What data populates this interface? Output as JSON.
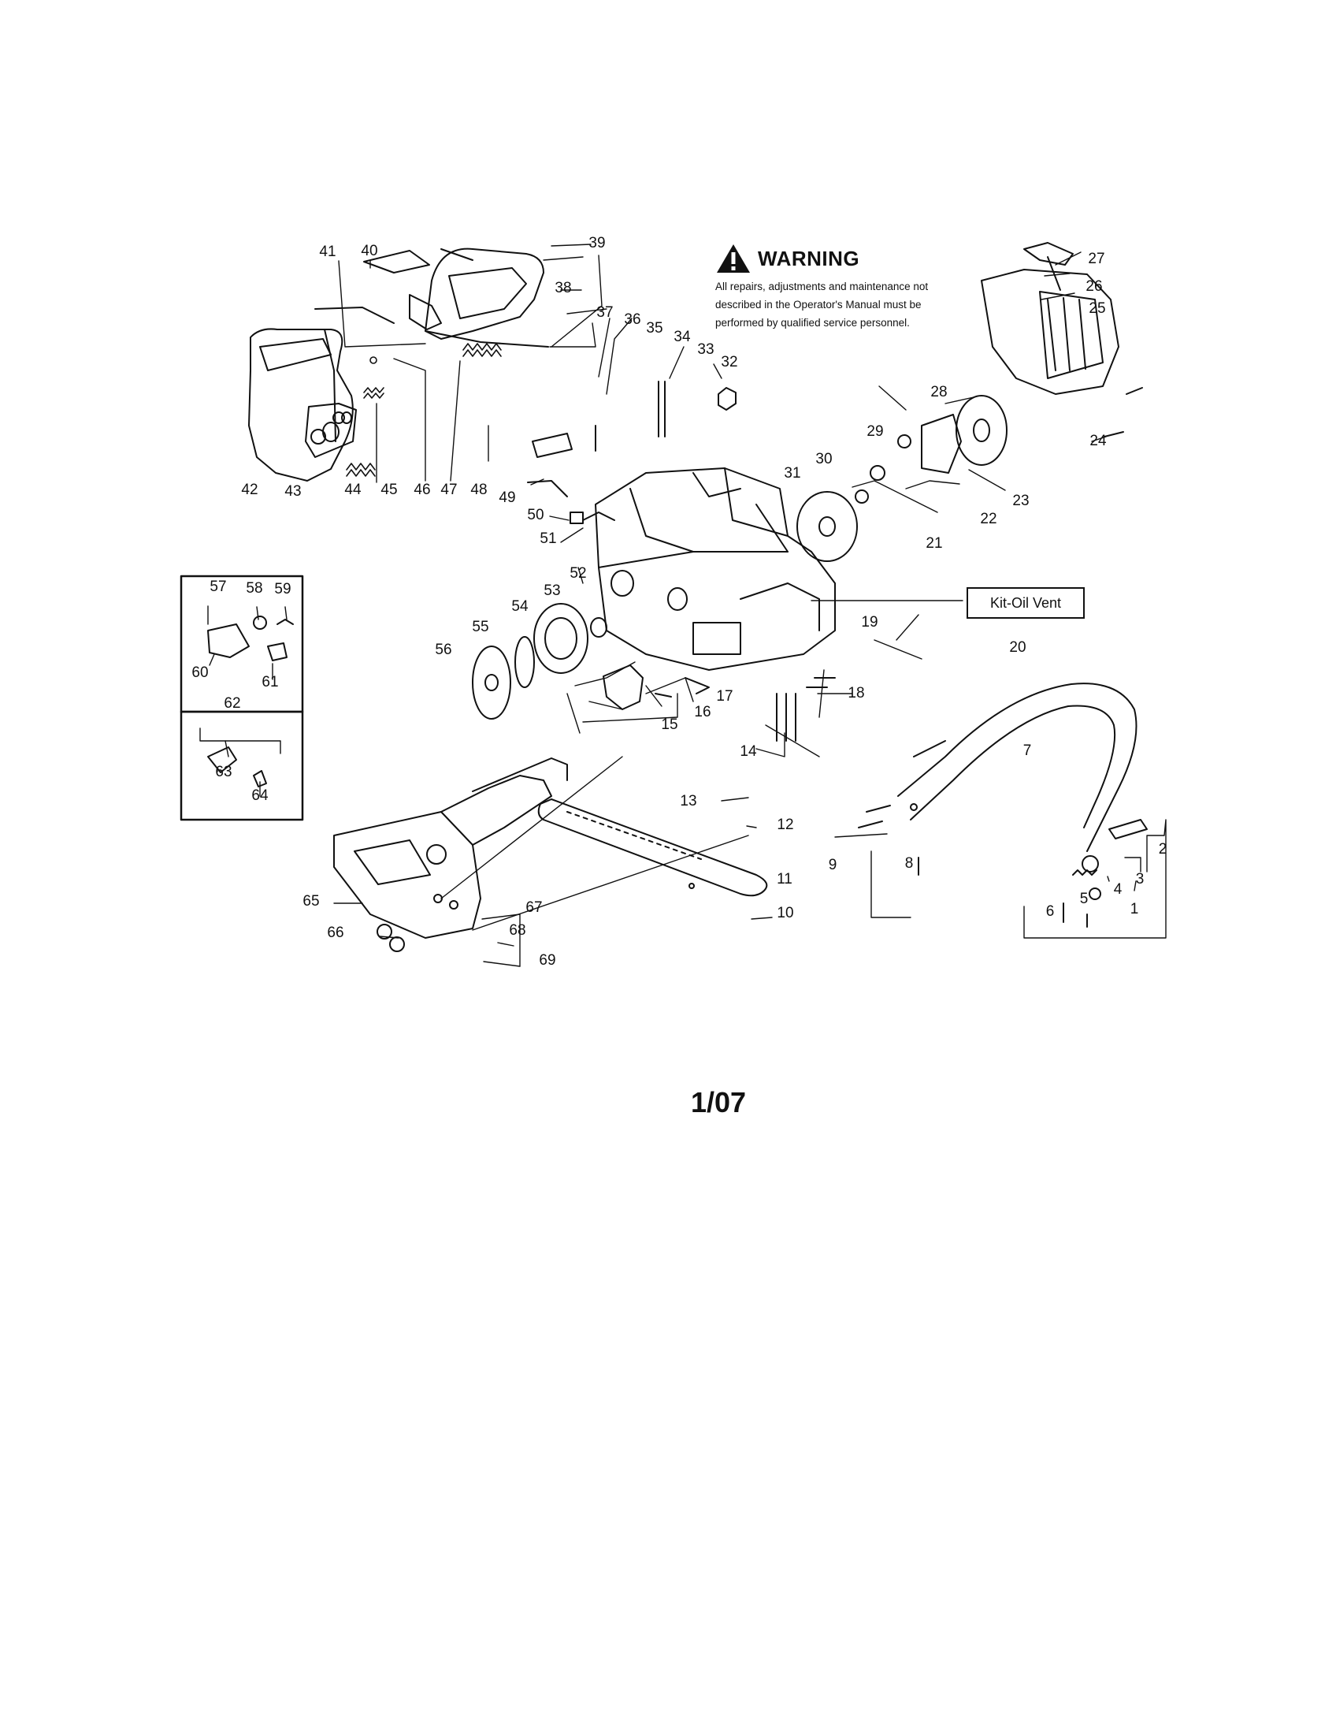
{
  "warning": {
    "title": "WARNING",
    "lines": [
      "All repairs, adjustments and maintenance not",
      "described in the Operator's Manual must be",
      "performed by qualified  service personnel."
    ]
  },
  "kit_label": "Kit-Oil Vent",
  "page_code": "1/07",
  "callouts": [
    "1",
    "2",
    "3",
    "4",
    "5",
    "6",
    "7",
    "8",
    "9",
    "10",
    "11",
    "12",
    "13",
    "14",
    "15",
    "16",
    "17",
    "18",
    "19",
    "20",
    "21",
    "22",
    "23",
    "24",
    "25",
    "26",
    "27",
    "28",
    "29",
    "30",
    "31",
    "32",
    "33",
    "34",
    "35",
    "36",
    "37",
    "38",
    "39",
    "40",
    "41",
    "42",
    "43",
    "44",
    "45",
    "46",
    "47",
    "48",
    "49",
    "50",
    "51",
    "52",
    "53",
    "54",
    "55",
    "56",
    "57",
    "58",
    "59",
    "60",
    "61",
    "62",
    "63",
    "64",
    "65",
    "66",
    "67",
    "68",
    "69"
  ]
}
